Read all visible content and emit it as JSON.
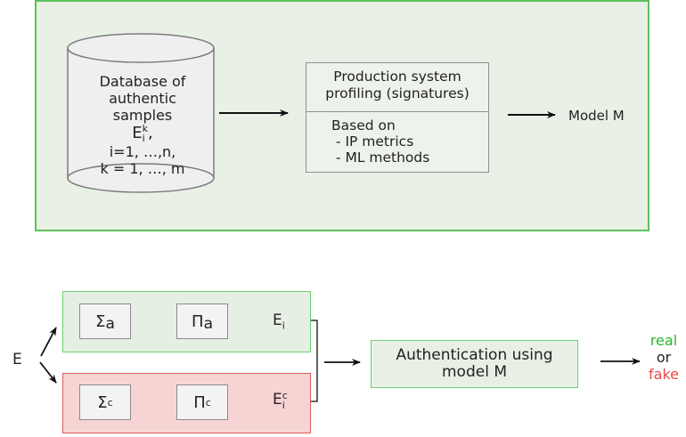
{
  "database": {
    "line1": "Database of",
    "line2": "authentic",
    "line3": "samples",
    "e_base": "E",
    "e_sup": "k",
    "e_sub": "i",
    "e_tail": ",",
    "line5": "i=1, …,n,",
    "line6": "k = 1, …, m"
  },
  "profiling": {
    "title_line1": "Production system",
    "title_line2": "profiling (signatures)",
    "body_line1": "Based on",
    "body_line2": " - IP metrics",
    "body_line3": " - ML methods"
  },
  "model_label": "Model M",
  "input_label": "E",
  "branch_a": {
    "sigma_base": "Σ",
    "sigma_sub": "a",
    "pi_base": "Π",
    "pi_sub": "a",
    "out_base": "E",
    "out_sub": "i"
  },
  "branch_c": {
    "sigma_base": "Σ",
    "sigma_sub": "c",
    "pi_base": "Π",
    "pi_sub": "c",
    "out_base": "E",
    "out_sup": "c",
    "out_sub": "i"
  },
  "auth": {
    "line1": "Authentication using",
    "line2": "model M"
  },
  "result": {
    "real": "real",
    "or": "or",
    "fake": "fake"
  },
  "colors": {
    "panel_fill": "#e9f0e6",
    "panel_border": "#5cc25c",
    "branch_a_fill": "#e6efe3",
    "branch_c_fill": "#f7d4d4",
    "branch_c_border": "#e05a5a",
    "real": "#2db82d",
    "fake": "#e84848"
  }
}
